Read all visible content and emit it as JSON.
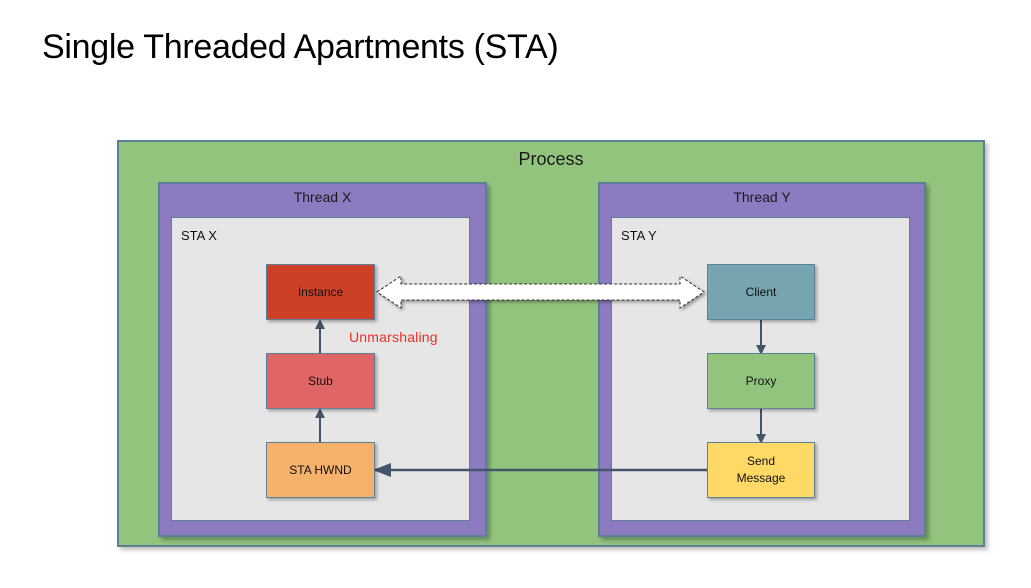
{
  "title": "Single Threaded Apartments (STA)",
  "diagram": {
    "process": {
      "label": "Process",
      "color": "#93c47d"
    },
    "threads": [
      {
        "label": "Thread X",
        "color": "#8c7bc1",
        "apartment": {
          "label": "STA X",
          "nodes": [
            {
              "id": "instance",
              "label": "Instance",
              "color": "#cc4125"
            },
            {
              "id": "stub",
              "label": "Stub",
              "color": "#e06666"
            },
            {
              "id": "sta-hwnd",
              "label": "STA HWND",
              "color": "#f6b26b"
            }
          ]
        }
      },
      {
        "label": "Thread Y",
        "color": "#8c7bc1",
        "apartment": {
          "label": "STA Y",
          "nodes": [
            {
              "id": "client",
              "label": "Client",
              "color": "#76a5af"
            },
            {
              "id": "proxy",
              "label": "Proxy",
              "color": "#93c47d"
            },
            {
              "id": "send-message",
              "label": "Send Message",
              "color": "#ffd966"
            }
          ]
        }
      }
    ],
    "annotations": {
      "unmarshaling": "Unmarshaling"
    },
    "edges": [
      {
        "from": "client",
        "to": "proxy",
        "style": "solid"
      },
      {
        "from": "proxy",
        "to": "send-message",
        "style": "solid"
      },
      {
        "from": "send-message",
        "to": "sta-hwnd",
        "style": "solid"
      },
      {
        "from": "sta-hwnd",
        "to": "stub",
        "style": "solid"
      },
      {
        "from": "stub",
        "to": "instance",
        "style": "solid"
      },
      {
        "from": "instance",
        "to": "client",
        "style": "dashed-block-double"
      }
    ]
  }
}
